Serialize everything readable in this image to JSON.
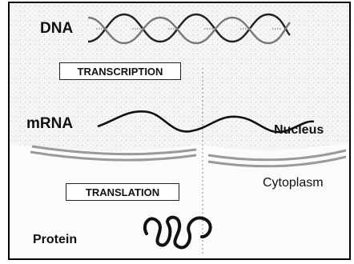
{
  "diagram": {
    "labels": {
      "dna": "DNA",
      "mrna": "mRNA",
      "protein": "Protein",
      "nucleus": "Nucleus",
      "cytoplasm": "Cytoplasm"
    },
    "steps": {
      "transcription": "TRANSCRIPTION",
      "translation": "TRANSLATION"
    }
  }
}
